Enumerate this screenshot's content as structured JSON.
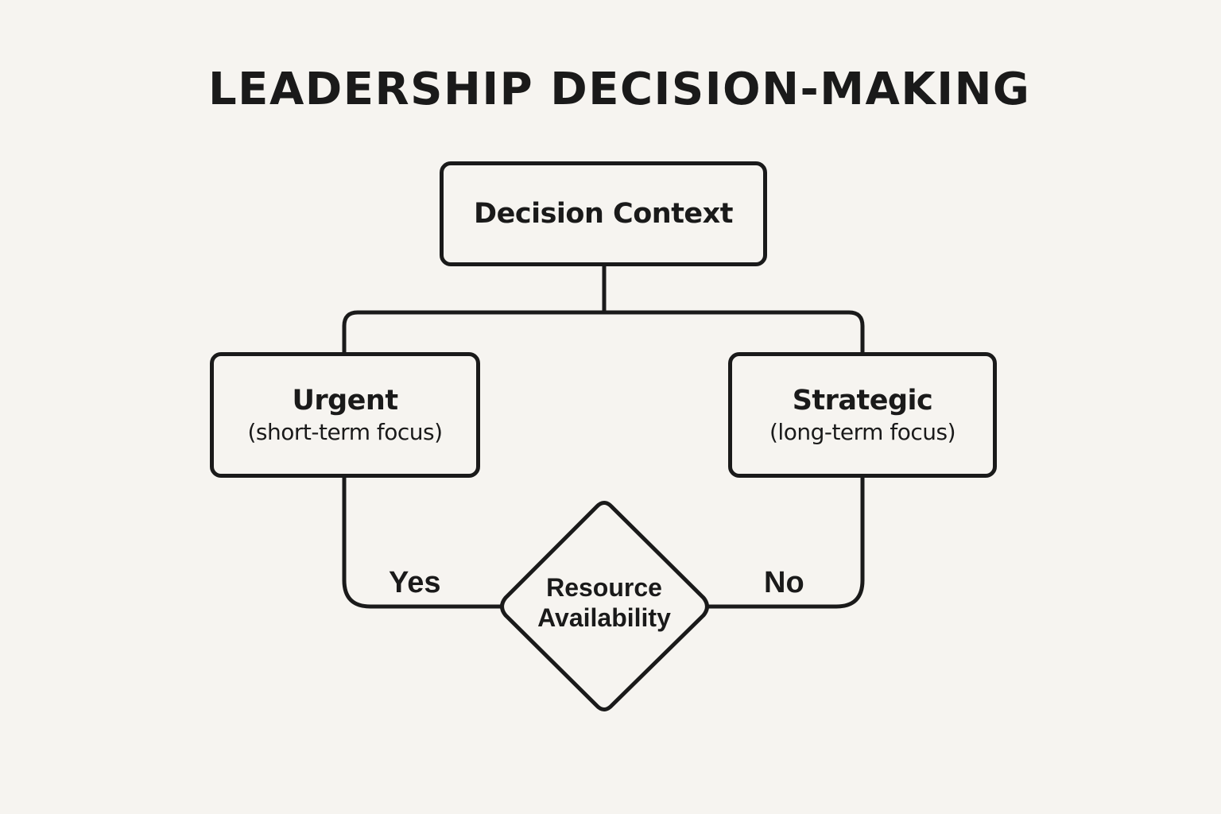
{
  "diagram": {
    "title": "LEADERSHIP DECISION-MAKING",
    "colors": {
      "background": "#f6f4f0",
      "stroke": "#1a1a1a",
      "text": "#1a1a1a"
    },
    "nodes": {
      "context": {
        "shape": "rounded-rect",
        "title": "Decision Context"
      },
      "urgent": {
        "shape": "rounded-rect",
        "title": "Urgent",
        "subtitle": "(short-term focus)"
      },
      "strategic": {
        "shape": "rounded-rect",
        "title": "Strategic",
        "subtitle": "(long-term focus)"
      },
      "resource": {
        "shape": "diamond",
        "line1": "Resource",
        "line2": "Availability"
      }
    },
    "edges": [
      {
        "from": "context",
        "to": "urgent",
        "label": ""
      },
      {
        "from": "context",
        "to": "strategic",
        "label": ""
      },
      {
        "from": "urgent",
        "to": "resource",
        "label": "Yes"
      },
      {
        "from": "strategic",
        "to": "resource",
        "label": "No"
      }
    ],
    "labels": {
      "yes": "Yes",
      "no": "No"
    }
  }
}
